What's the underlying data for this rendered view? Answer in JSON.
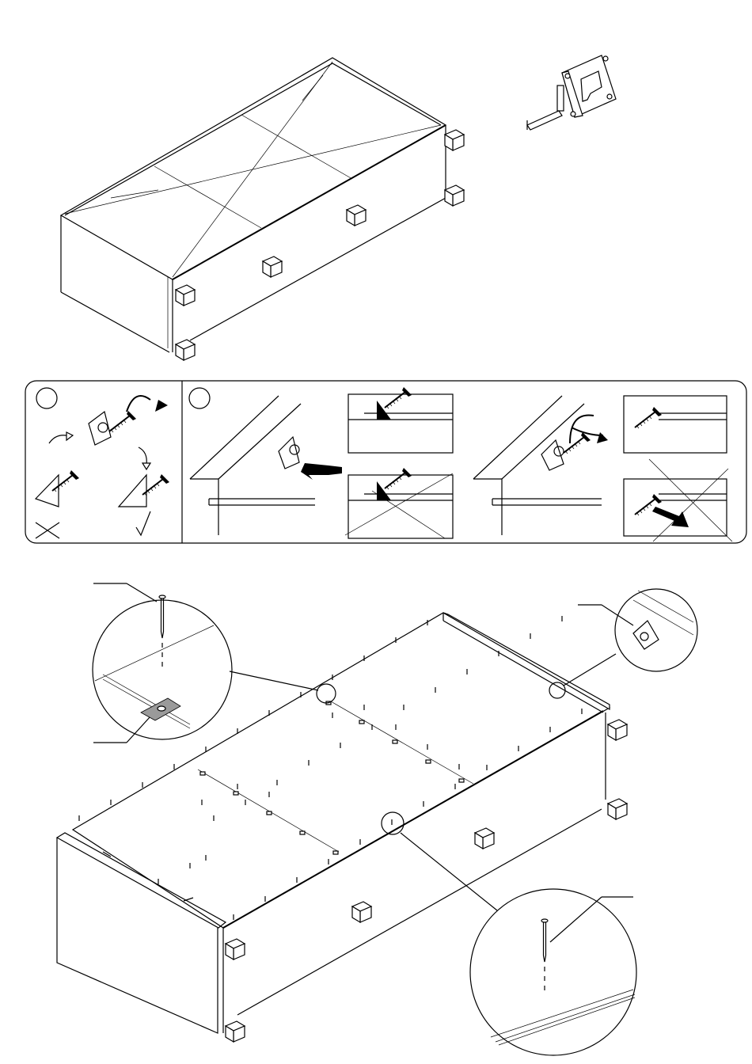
{
  "page": {
    "kind": "assembly-instruction-sheet",
    "has_text": false
  },
  "figures": [
    {
      "id": "top-view",
      "depicts": "cabinet-frame-with-diagonals-and-feet"
    },
    {
      "id": "tape-measure",
      "depicts": "tape-measure-icon"
    },
    {
      "id": "instruction-strip",
      "depicts": "corner-bracket-screw-steps",
      "step_circles": 2
    },
    {
      "id": "bottom-view",
      "depicts": "cabinet-back-panel-nailing",
      "detail_callouts": 3
    }
  ],
  "icons": [
    "tape-measure-icon",
    "rotate-arrow-icon",
    "screw-icon",
    "corner-bracket-icon",
    "push-arrow-icon",
    "nail-icon",
    "cross-mark-icon",
    "check-mark-icon"
  ]
}
